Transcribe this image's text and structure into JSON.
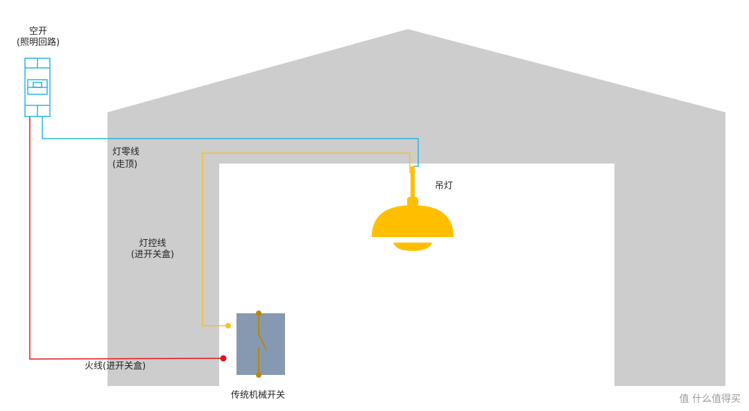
{
  "colors": {
    "house": "#cdcdcd",
    "interior": "#ffffff",
    "breaker": "#27b5e0",
    "neutral_wire": "#27b5e0",
    "control_wire": "#f5c12a",
    "live_wire": "#e3131b",
    "lamp": "#ffbf00",
    "switch_body": "#8799b0",
    "switch_contact": "#b8870f"
  },
  "labels": {
    "breaker_line1": "空开",
    "breaker_line2": "(照明回路)",
    "neutral_line1": "灯零线",
    "neutral_line2": "(走顶)",
    "control_line1": "灯控线",
    "control_line2": "(进开关盒)",
    "live": "火线(进开关盒)",
    "lamp": "吊灯",
    "switch": "传统机械开关"
  },
  "watermark": "值 什么值得买"
}
